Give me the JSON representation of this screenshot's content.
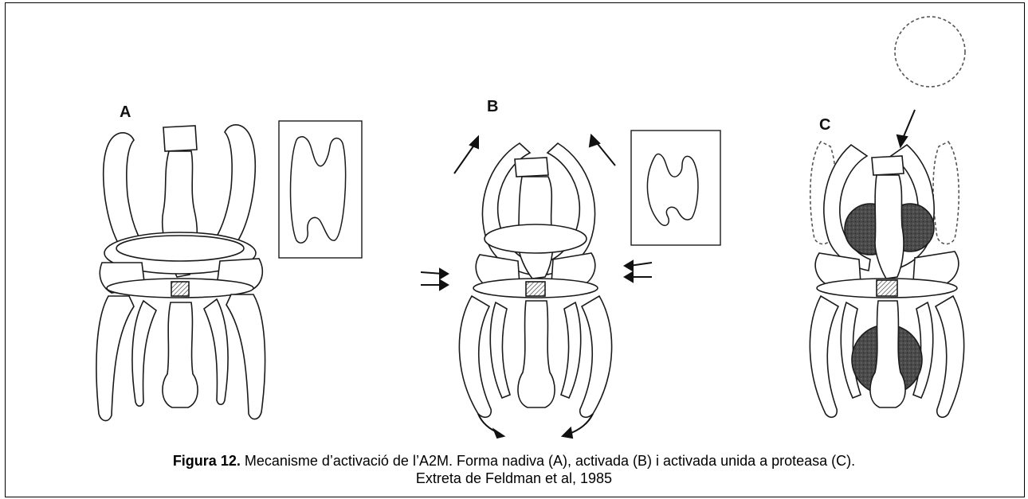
{
  "figure": {
    "panels": [
      {
        "letter": "A",
        "state": "native"
      },
      {
        "letter": "B",
        "state": "activated"
      },
      {
        "letter": "C",
        "state": "activated-protease-bound"
      }
    ]
  },
  "caption": {
    "label": "Figura 12.",
    "text": " Mecanisme d’activació de l’A2M. Forma nadiva (A), activada (B) i activada unida a proteasa (C).",
    "line2": "Extreta de Feldman et al, 1985"
  },
  "colors": {
    "ink": "#1a1a1a",
    "shade": "#3a3a3a",
    "dashed": "#555555"
  }
}
